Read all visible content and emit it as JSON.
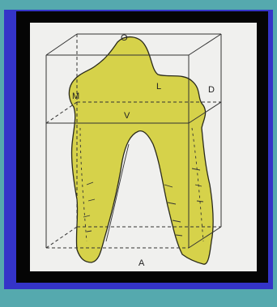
{
  "figure": {
    "labels": {
      "occlusal": "O",
      "mesial": "M",
      "lingual": "L",
      "distal": "D",
      "vestibular": "V",
      "apical": "A"
    },
    "colors": {
      "frame_teal": "#55a9ae",
      "frame_blue": "#3434c8",
      "frame_black": "#050505",
      "paper": "#f0f0ee",
      "tooth_fill": "#d6d24a",
      "line": "#333333"
    }
  }
}
